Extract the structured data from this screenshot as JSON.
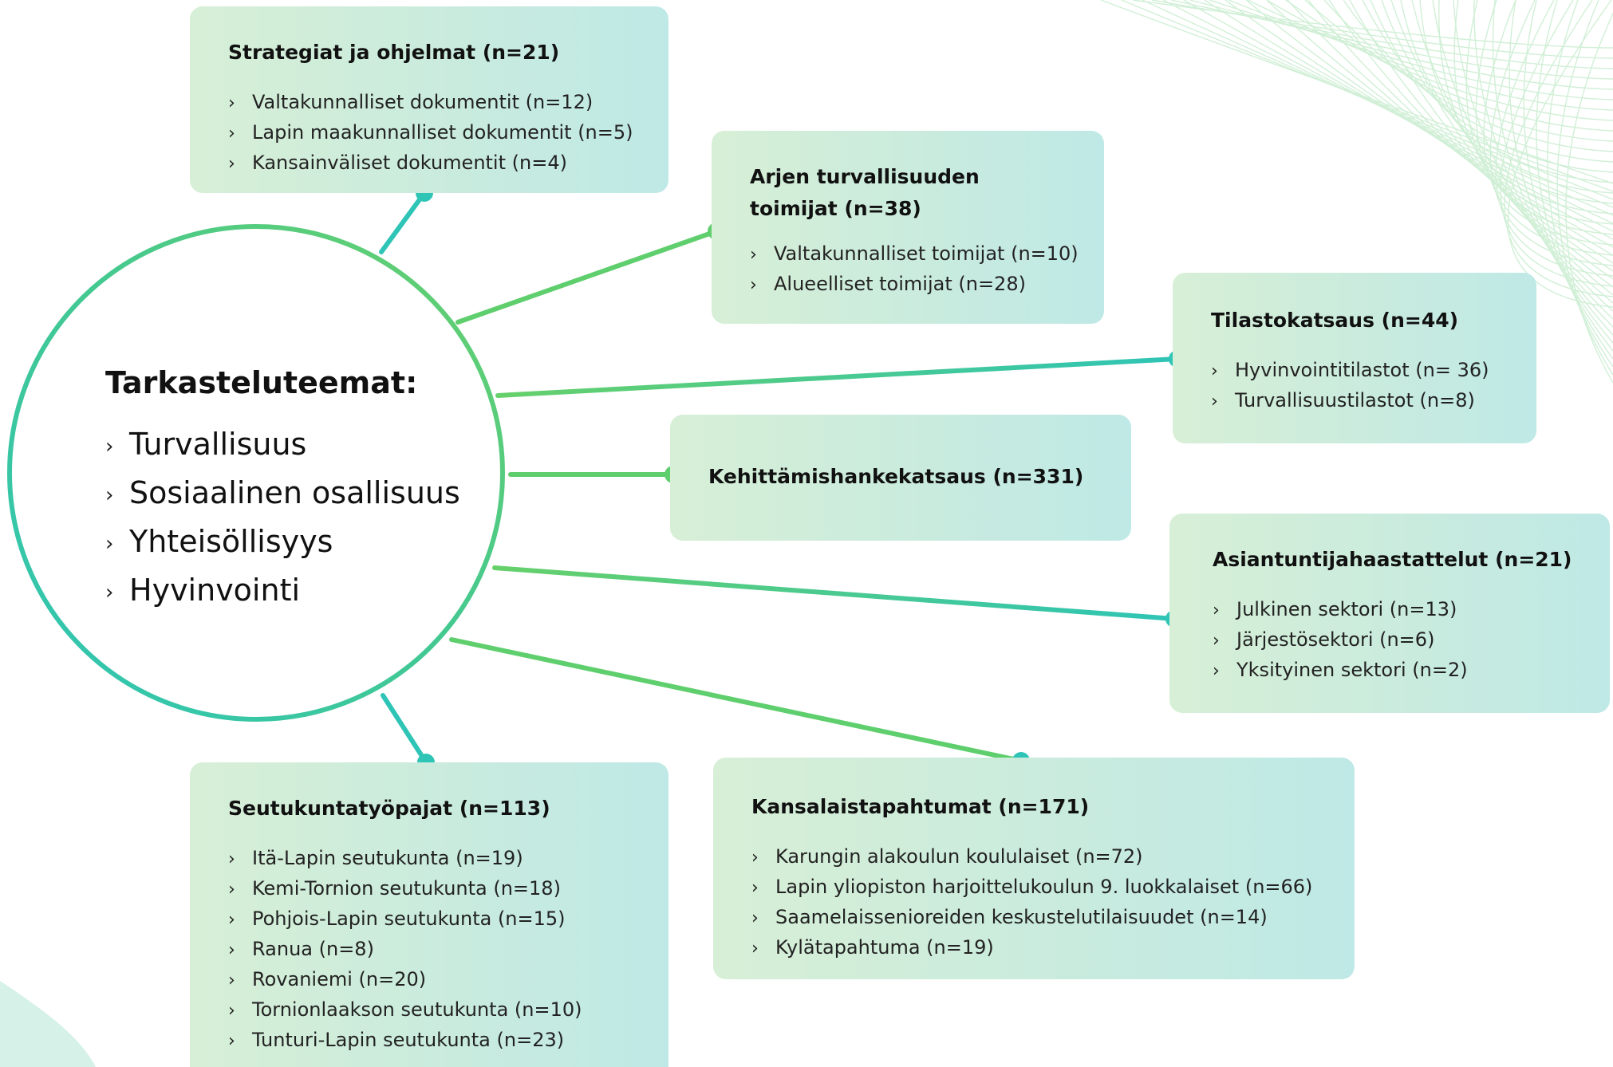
{
  "hub": {
    "title": "Tarkasteluteemat:",
    "items": [
      "Turvallisuus",
      "Sosiaalinen osallisuus",
      "Yhteisöllisyys",
      "Hyvinvointi"
    ]
  },
  "boxes": {
    "strategiat": {
      "title": "Strategiat ja ohjelmat (n=21)",
      "items": [
        "Valtakunnalliset dokumentit (n=12)",
        "Lapin maakunnalliset dokumentit (n=5)",
        "Kansainväliset dokumentit (n=4)"
      ]
    },
    "arjen": {
      "title": "Arjen turvallisuuden toimijat (n=38)",
      "items": [
        "Valtakunnalliset toimijat (n=10)",
        "Alueelliset toimijat (n=28)"
      ]
    },
    "tilasto": {
      "title": "Tilastokatsaus (n=44)",
      "items": [
        "Hyvinvointitilastot (n= 36)",
        "Turvallisuustilastot (n=8)"
      ]
    },
    "kehitt": {
      "title": "Kehittämishankekatsaus (n=331)"
    },
    "asiantuntija": {
      "title": "Asiantuntijahaastattelut (n=21)",
      "items": [
        "Julkinen sektori (n=13)",
        "Järjestösektori (n=6)",
        "Yksityinen sektori (n=2)"
      ]
    },
    "seutu": {
      "title": "Seutukuntatyöpajat (n=113)",
      "items": [
        "Itä-Lapin seutukunta (n=19)",
        "Kemi-Tornion seutukunta (n=18)",
        "Pohjois-Lapin seutukunta (n=15)",
        "Ranua (n=8)",
        "Rovaniemi (n=20)",
        "Tornionlaakson seutukunta (n=10)",
        "Tunturi-Lapin seutukunta (n=23)"
      ]
    },
    "kansalais": {
      "title": "Kansalaistapahtumat (n=171)",
      "items": [
        "Karungin alakoulun koululaiset (n=72)",
        "Lapin yliopiston harjoittelukoulun 9. luokkalaiset (n=66)",
        "Saamelaissenioreiden keskustelutilaisuudet (n=14)",
        "Kylätapahtuma (n=19)"
      ]
    }
  },
  "colors": {
    "teal": "#2ec4b6",
    "green": "#5fcf6e",
    "box_left": "#d7efd6",
    "box_right": "#bfe9e6",
    "text": "#111111"
  },
  "icons": {
    "bullet": "chevron-right-icon"
  }
}
